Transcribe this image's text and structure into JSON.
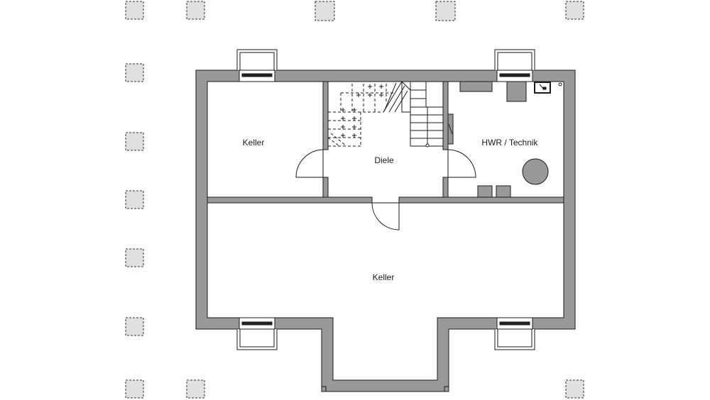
{
  "rooms": {
    "keller_top": "Keller",
    "diele": "Diele",
    "hwr": "HWR / Technik",
    "keller_bottom": "Keller"
  },
  "colors": {
    "wall": "#999999",
    "wall_stroke": "#1a1a1a",
    "floor": "#ffffff",
    "column": "#e0e0e0",
    "fixture": "#999999"
  }
}
